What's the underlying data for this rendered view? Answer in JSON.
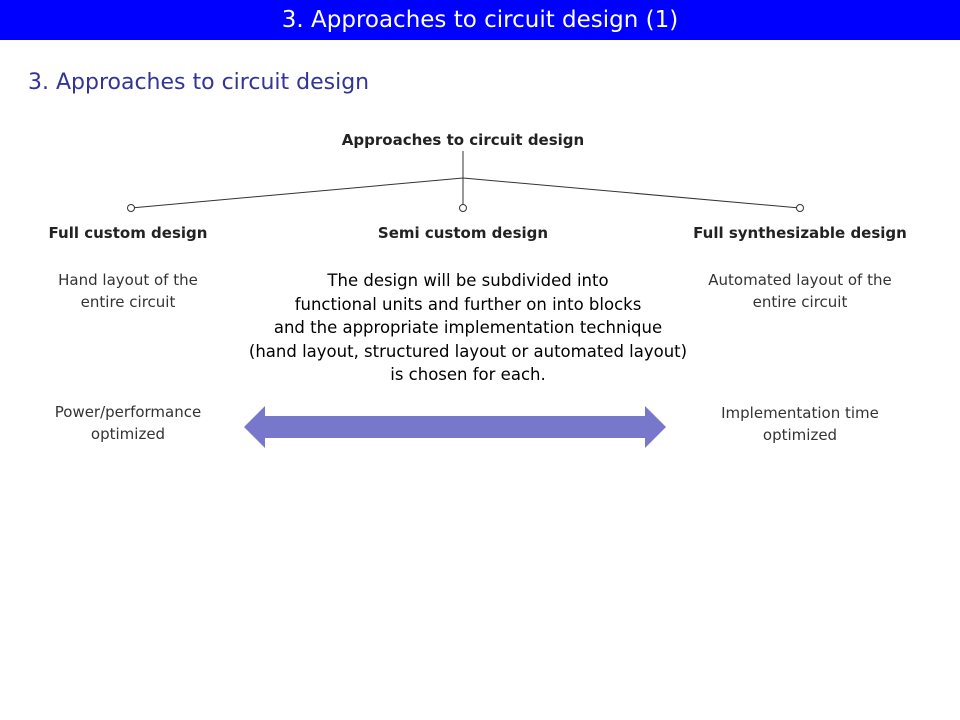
{
  "slide": {
    "title": "3. Approaches to circuit design (1)",
    "heading": "3. Approaches to circuit design"
  },
  "diagram": {
    "root_label": "Approaches to circuit design",
    "branches": [
      {
        "label": "Full custom design",
        "description_lines": [
          "Hand layout of the",
          "entire circuit"
        ],
        "optimization_lines": [
          "Power/performance",
          "optimized"
        ]
      },
      {
        "label": "Semi custom design",
        "description_lines": [
          "The design will be subdivided into",
          "functional units and further on into blocks",
          "and the appropriate implementation technique",
          "(hand layout, structured layout or automated layout)",
          "is chosen for each."
        ]
      },
      {
        "label": "Full synthesizable design",
        "description_lines": [
          "Automated layout of the",
          "entire circuit"
        ],
        "optimization_lines": [
          "Implementation time",
          "optimized"
        ]
      }
    ]
  },
  "colors": {
    "title_bar": "#0000ff",
    "heading": "#333399",
    "arrow": "#7777cc"
  }
}
